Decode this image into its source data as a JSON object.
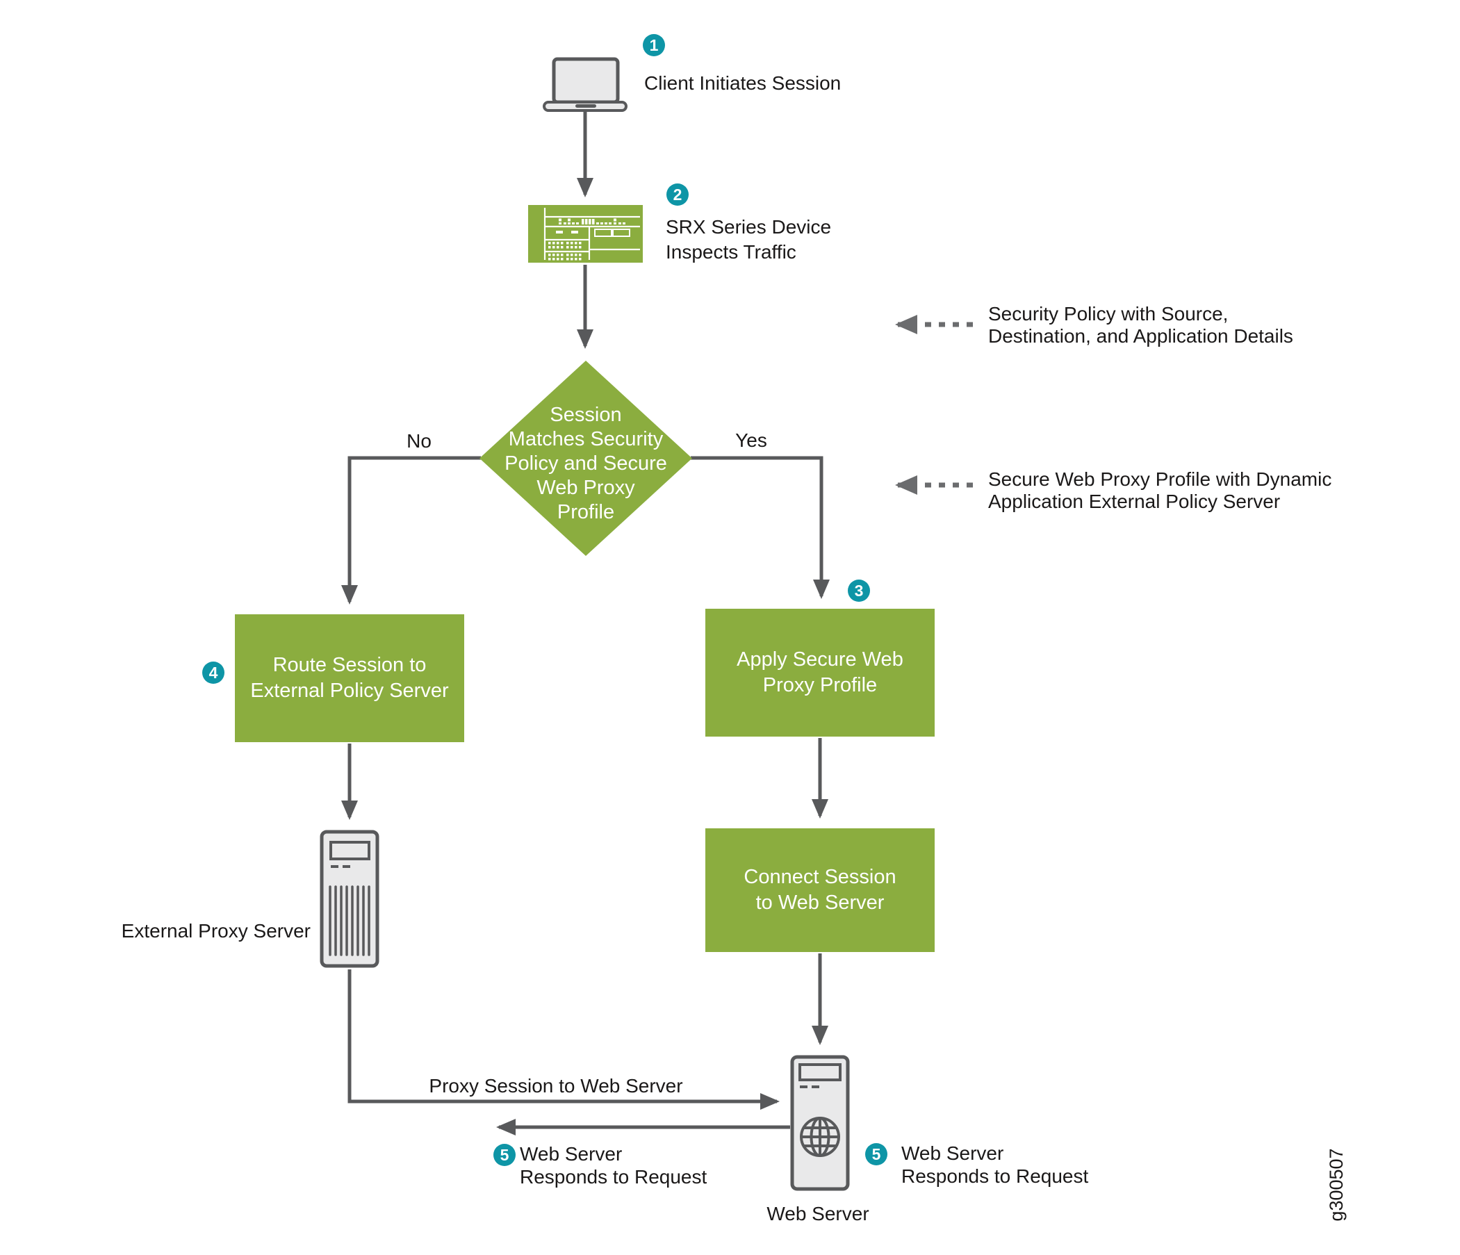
{
  "colors": {
    "node_green": "#8bad3f",
    "badge_teal": "#0e95a6",
    "line_gray": "#58595b",
    "dash_gray": "#6b6c6e",
    "icon_fill": "#e9e9ea",
    "text": "#1a1818"
  },
  "steps": {
    "client": {
      "badge": "1",
      "label": "Client Initiates Session"
    },
    "srx": {
      "badge": "2",
      "lines": [
        "SRX Series Device",
        "Inspects Traffic"
      ]
    },
    "decision": {
      "lines": [
        "Session",
        "Matches Security",
        "Policy and Secure",
        "Web Proxy",
        "Profile"
      ],
      "no_label": "No",
      "yes_label": "Yes"
    },
    "apply_profile": {
      "badge": "3",
      "lines": [
        "Apply Secure Web",
        "Proxy Profile"
      ]
    },
    "route_session": {
      "badge": "4",
      "lines": [
        "Route Session to",
        "External Policy Server"
      ]
    },
    "connect_session": {
      "lines": [
        "Connect Session",
        "to Web Server"
      ]
    },
    "external_proxy": {
      "label": "External Proxy Server"
    },
    "web_server": {
      "label": "Web Server"
    },
    "proxy_edge_label": "Proxy Session to Web Server",
    "respond_left": {
      "badge": "5",
      "lines": [
        "Web Server",
        "Responds to Request"
      ]
    },
    "respond_right": {
      "badge": "5",
      "lines": [
        "Web Server",
        "Responds to Request"
      ]
    }
  },
  "annotations": {
    "security_policy": {
      "lines": [
        "Security Policy with Source,",
        "Destination, and Application Details"
      ]
    },
    "proxy_profile": {
      "lines": [
        "Secure Web Proxy Profile with Dynamic",
        "Application External Policy Server"
      ]
    }
  },
  "watermark": "g300507"
}
